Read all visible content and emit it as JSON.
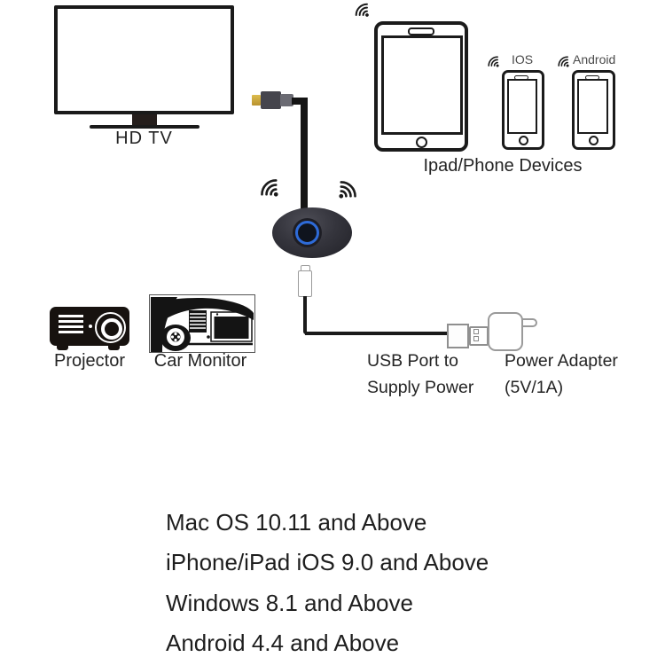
{
  "diagram": {
    "tv": {
      "label": "HD TV"
    },
    "devices": {
      "caption": "Ipad/Phone Devices",
      "ios_label": "IOS",
      "android_label": "Android"
    },
    "outputs": {
      "projector_label": "Projector",
      "car_label": "Car Monitor"
    },
    "power": {
      "usb_line1": "USB Port to",
      "usb_line2": "Supply Power",
      "adapter_line1": "Power Adapter",
      "adapter_line2": "(5V/1A)"
    },
    "compatibility": {
      "lines": [
        "Mac OS 10.11 and Above",
        "iPhone/iPad iOS 9.0 and Above",
        "Windows 8.1 and Above",
        "Android 4.4 and Above"
      ]
    },
    "icons": {
      "wifi": "wifi-signal-icon"
    },
    "colors": {
      "accent_blue": "#2e6bd8",
      "hdmi_gold": "#c9a33b",
      "ink": "#1b1b1b"
    }
  }
}
